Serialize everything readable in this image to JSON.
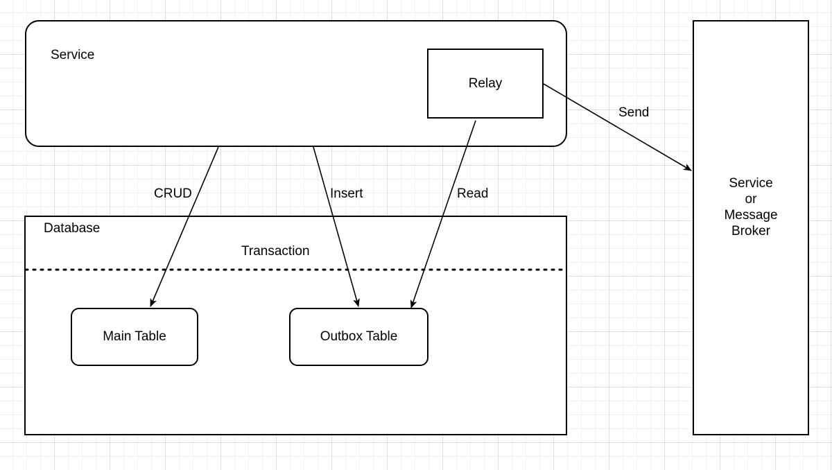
{
  "service": {
    "label": "Service"
  },
  "relay": {
    "label": "Relay"
  },
  "database": {
    "label": "Database",
    "transaction_label": "Transaction"
  },
  "tables": {
    "main": "Main Table",
    "outbox": "Outbox Table"
  },
  "broker": {
    "line1": "Service",
    "line2": "or",
    "line3": "Message",
    "line4": "Broker"
  },
  "edges": {
    "crud": "CRUD",
    "insert": "Insert",
    "read": "Read",
    "send": "Send"
  }
}
